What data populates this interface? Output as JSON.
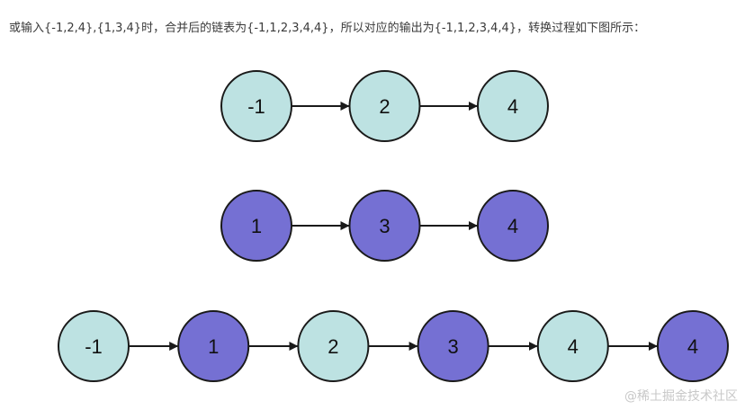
{
  "intro_text": "或输入{-1,2,4},{1,3,4}时，合并后的链表为{-1,1,2,3,4,4}，所以对应的输出为{-1,1,2,3,4,4}，转换过程如下图所示：",
  "colors": {
    "list_a_fill": "#bde2e2",
    "list_b_fill": "#7570d3",
    "stroke": "#1a1a1a"
  },
  "lists": [
    {
      "name": "list-1",
      "nodes": [
        {
          "label": "-1",
          "source": "a"
        },
        {
          "label": "2",
          "source": "a"
        },
        {
          "label": "4",
          "source": "a"
        }
      ]
    },
    {
      "name": "list-2",
      "nodes": [
        {
          "label": "1",
          "source": "b"
        },
        {
          "label": "3",
          "source": "b"
        },
        {
          "label": "4",
          "source": "b"
        }
      ]
    },
    {
      "name": "merged-list",
      "nodes": [
        {
          "label": "-1",
          "source": "a"
        },
        {
          "label": "1",
          "source": "b"
        },
        {
          "label": "2",
          "source": "a"
        },
        {
          "label": "3",
          "source": "b"
        },
        {
          "label": "4",
          "source": "a"
        },
        {
          "label": "4",
          "source": "b"
        }
      ]
    }
  ],
  "watermark": "@稀土掘金技术社区"
}
